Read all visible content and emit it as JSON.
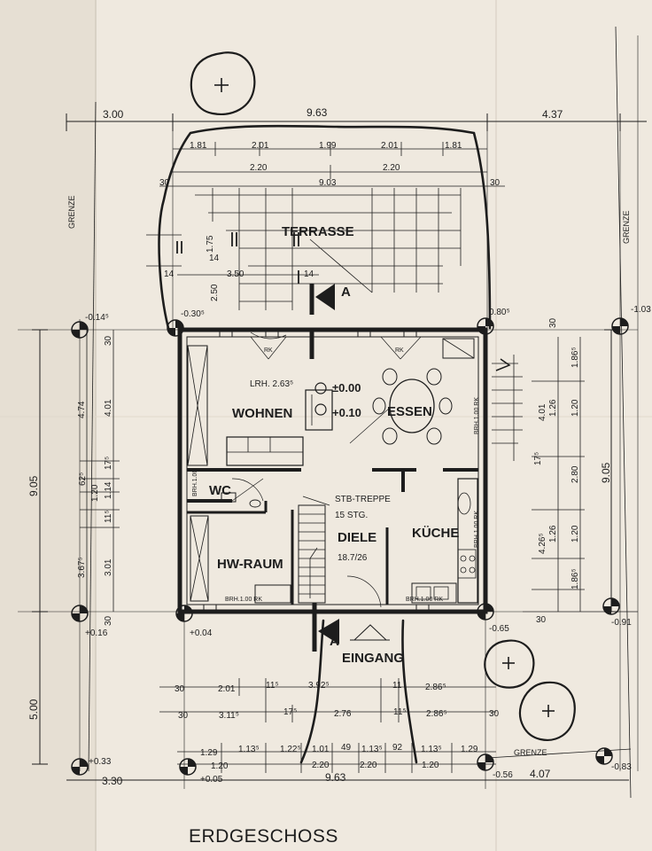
{
  "colors": {
    "paper": "#efe9df",
    "ink": "#1d1d1d",
    "shadow": "#d8d1c5"
  },
  "title": "ERDGESCHOSS",
  "rooms": {
    "terrasse": "TERRASSE",
    "wohnen": "WOHNEN",
    "essen": "ESSEN",
    "wc": "WC",
    "hw_raum": "HW-RAUM",
    "diele": "DIELE",
    "kueche": "KÜCHE",
    "eingang": "EINGANG"
  },
  "notes": {
    "lrh": "LRH. 2.63⁵",
    "stair_title": "STB-TREPPE",
    "stair_steps": "15 STG.",
    "stair_ratio": "18.7/26",
    "section": "A",
    "rk": "RK",
    "brh_kueche": "BRH.1.00 RK",
    "brh_hw": "BRH.1.00 RK",
    "brh_wc": "BRH.1.00",
    "brh_right": "BRH.1.00 RK",
    "brh_hw_side": "BRH.1.00 RK"
  },
  "boundary": {
    "left": "GRENZE",
    "right": "GRENZE",
    "bottom": "GRENZE"
  },
  "levels": {
    "floor_1": "±0.00",
    "floor_2": "+0.10",
    "c_tl": "-0.30⁵",
    "c_tr": "0.80⁵",
    "c_bl": "+0.04",
    "c_br": "-0.65",
    "far_tl": "-0.14⁵",
    "far_tr": "-1.03",
    "far_bl": "+0.16",
    "far_br": "-0.91",
    "bot_l": "+0.33",
    "bot_c": "+0.05",
    "bot_r": "-0.56",
    "bot_rr": "-0.83"
  },
  "dims": {
    "top_1": "3.00",
    "top_2": "9.63",
    "top_3": "4.37",
    "t2_1": "1.81",
    "t2_2": "2.01",
    "t2_3": "1.99",
    "t2_4": "2.01",
    "t2_5": "1.81",
    "t3_1": "2.20",
    "t3_2": "2.20",
    "t4_1": "30",
    "t4_2": "9.03",
    "t4_3": "30",
    "ter_1": "1.75",
    "ter_2": "14",
    "ter_3": "14",
    "ter_4": "3.50",
    "ter_5": "14",
    "ter_6": "2.50",
    "bot_a1": "30",
    "bot_a2": "2.01",
    "bot_a3": "11⁵",
    "bot_a4": "3.92⁵",
    "bot_a5": "11",
    "bot_a6": "2.86⁵",
    "bot_b1": "30",
    "bot_b2": "3.11⁵",
    "bot_b3": "17⁵",
    "bot_b4": "2.76",
    "bot_b5": "11⁵",
    "bot_b6": "2.86⁵",
    "bot_b7": "30",
    "bot_c1": "1.29",
    "bot_c2": "1.13⁵",
    "bot_c3": "1.22⁵",
    "bot_c4": "1.01",
    "bot_c5": "49",
    "bot_c6": "1.13⁵",
    "bot_c7": "92",
    "bot_c8": "1.13⁵",
    "bot_c9": "1.29",
    "bot_d1": "1.20",
    "bot_d2": "2.20",
    "bot_d3": "2.20",
    "bot_d4": "1.20",
    "bot_e1": "3.30",
    "bot_e2": "9.63",
    "bot_e3": "4.07",
    "left_tot1": "9.05",
    "left_tot2": "5.00",
    "l_1": "4.74",
    "l_2": "4.01",
    "l_3": "30",
    "l_4": "1.20",
    "l_5": "62⁵",
    "l_6": "1.14",
    "l_7": "11⁵",
    "l_8": "3.67⁵",
    "l_9": "3.01",
    "l_10": "30",
    "l_11": "17⁵",
    "right_tot": "9.05",
    "r_1": "30",
    "r_2": "1.86⁵",
    "r_3": "4.01",
    "r_4": "1.26",
    "r_5": "1.20",
    "r_6": "17⁵",
    "r_7": "2.80",
    "r_8": "4.26⁵",
    "r_9": "1.26",
    "r_10": "1.20",
    "r_11": "1.86⁵",
    "r_12": "30"
  }
}
